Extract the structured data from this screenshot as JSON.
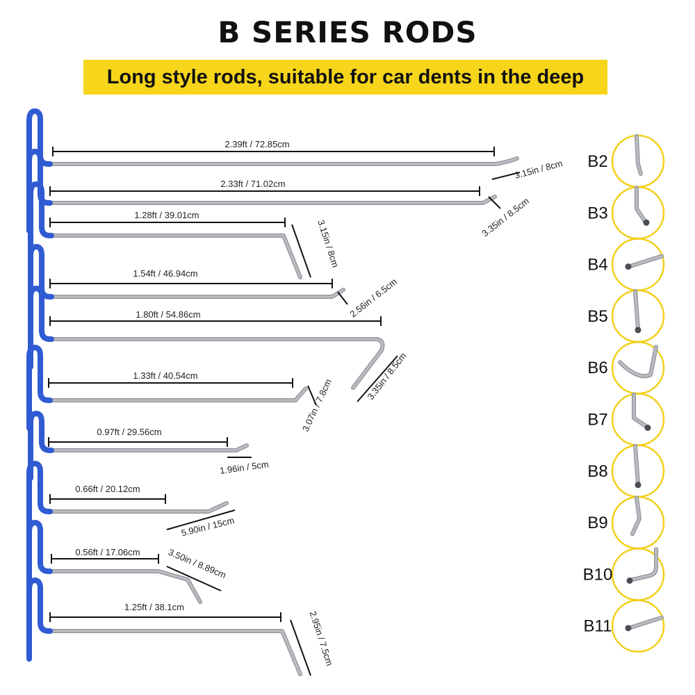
{
  "header": {
    "title": "B SERIES RODS",
    "subtitle": "Long style rods, suitable for car dents in the deep"
  },
  "colors": {
    "banner": "#f7d51a",
    "handle": "#2f5bd3",
    "rod": "#b9bcc1",
    "circle": "#f2cf1b"
  },
  "rods": [
    {
      "length_label": "2.39ft / 72.85cm",
      "tip_label": "3.15in / 8cm"
    },
    {
      "length_label": "2.33ft / 71.02cm",
      "tip_label": "3.35in / 8.5cm"
    },
    {
      "length_label": "1.28ft / 39.01cm",
      "tip_label": "3.15in / 8cm"
    },
    {
      "length_label": "1.54ft / 46.94cm",
      "tip_label": "2.56in / 6.5cm"
    },
    {
      "length_label": "1.80ft / 54.86cm",
      "tip_label": "3.35in / 8.5cm"
    },
    {
      "length_label": "1.33ft / 40.54cm",
      "tip_label": "3.07in / 7.8cm"
    },
    {
      "length_label": "0.97ft / 29.56cm",
      "tip_label": "1.96in / 5cm"
    },
    {
      "length_label": "0.66ft / 20.12cm",
      "tip_label": "5.90in / 15cm"
    },
    {
      "length_label": "0.56ft / 17.06cm",
      "tip_label": "3.50in / 8.89cm"
    },
    {
      "length_label": "1.25ft / 38.1cm",
      "tip_label": "2.95in / 7.5cm"
    }
  ],
  "models": [
    {
      "label": "B2",
      "tip": "blade"
    },
    {
      "label": "B3",
      "tip": "bent-ball"
    },
    {
      "label": "B4",
      "tip": "horizontal-ball"
    },
    {
      "label": "B5",
      "tip": "straight-ball"
    },
    {
      "label": "B6",
      "tip": "u-hook"
    },
    {
      "label": "B7",
      "tip": "angled-ball"
    },
    {
      "label": "B8",
      "tip": "straight-ball"
    },
    {
      "label": "B9",
      "tip": "angled-flat"
    },
    {
      "label": "B10",
      "tip": "elbow-ball"
    },
    {
      "label": "B11",
      "tip": "horizontal-ball"
    }
  ]
}
